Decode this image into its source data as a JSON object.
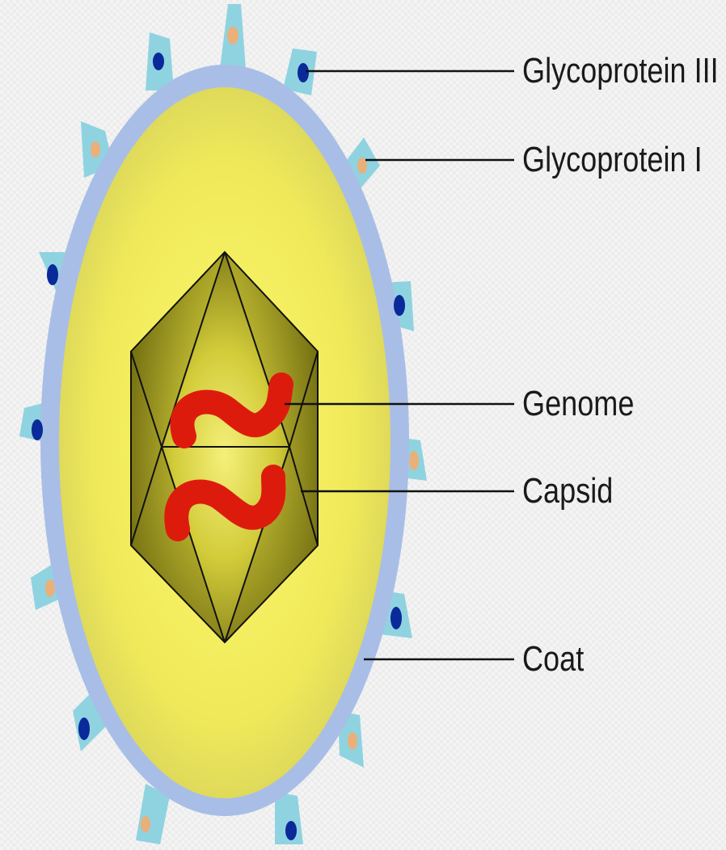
{
  "diagram": {
    "labels": {
      "glycoprotein_iii": "Glycoprotein III",
      "glycoprotein_i": "Glycoprotein I",
      "genome": "Genome",
      "capsid": "Capsid",
      "coat": "Coat"
    }
  },
  "colors": {
    "coat": "#a9bee6",
    "envelope_yellow": "#f2ef5c",
    "capsid_olive": "#8f8a1a",
    "genome_red": "#dd1b0d",
    "spike": "#8fd3e1",
    "glycoprotein_iii_dot": "#0a2a9a",
    "glycoprotein_i_dot": "#e9b07a",
    "leader_line": "#111111"
  }
}
